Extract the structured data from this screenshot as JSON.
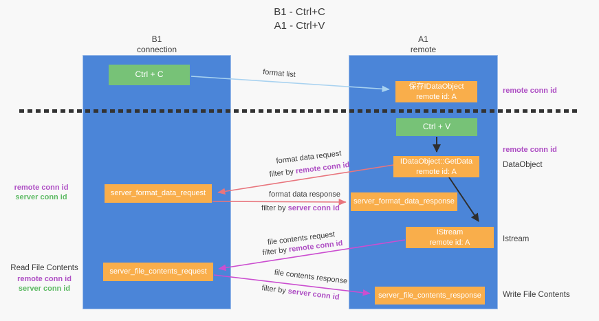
{
  "title": {
    "line1": "B1 - Ctrl+C",
    "line2": "A1 - Ctrl+V"
  },
  "lanes": {
    "left": {
      "name": "B1",
      "role": "connection"
    },
    "right": {
      "name": "A1",
      "role": "remote"
    }
  },
  "nodes": {
    "ctrl_c": {
      "label": "Ctrl + C"
    },
    "ctrl_v": {
      "label": "Ctrl + V"
    },
    "save_dataobject": {
      "line1": "保存IDataObject",
      "line2": "remote id: A"
    },
    "getdata": {
      "line1": "IDataObject::GetData",
      "line2": "remote id: A"
    },
    "istream": {
      "line1": "IStream",
      "line2": "remote id: A"
    },
    "format_request": {
      "label": "server_format_data_request"
    },
    "format_response": {
      "label": "server_format_data_response"
    },
    "file_request": {
      "label": "server_file_contents_request"
    },
    "file_response": {
      "label": "server_file_contents_response"
    }
  },
  "flow_labels": {
    "format_list": "format list",
    "format_data_request": "format data request",
    "format_data_response": "format data response",
    "file_contents_request": "file contents request",
    "file_contents_response": "file contents response",
    "filter_by": "filter by",
    "remote_conn_id": "remote conn id",
    "server_conn_id": "server conn id"
  },
  "side_labels": {
    "left_remote_conn_id": "remote conn id",
    "left_server_conn_id": "server conn id",
    "read_file_contents": "Read File Contents",
    "right_remote_conn_id_top": "remote conn id",
    "right_remote_conn_id_mid": "remote conn id",
    "dataobject": "DataObject",
    "istream": "Istream",
    "write_file_contents": "Write File Contents"
  },
  "colors": {
    "background": "#f8f8f8",
    "lane_blue": "#4b85d8",
    "node_green": "#77c277",
    "node_orange": "#f9ae4b",
    "label_purple": "#ae4fc4",
    "label_green": "#5eba64",
    "arrow_salmon": "#e8757d",
    "arrow_magenta": "#cb4ed0",
    "arrow_lightblue": "#a8d2f0",
    "arrow_black": "#2e2e2e",
    "divider": "#333333",
    "text_dark": "#3c3c3c",
    "node_text": "#ffffff"
  }
}
